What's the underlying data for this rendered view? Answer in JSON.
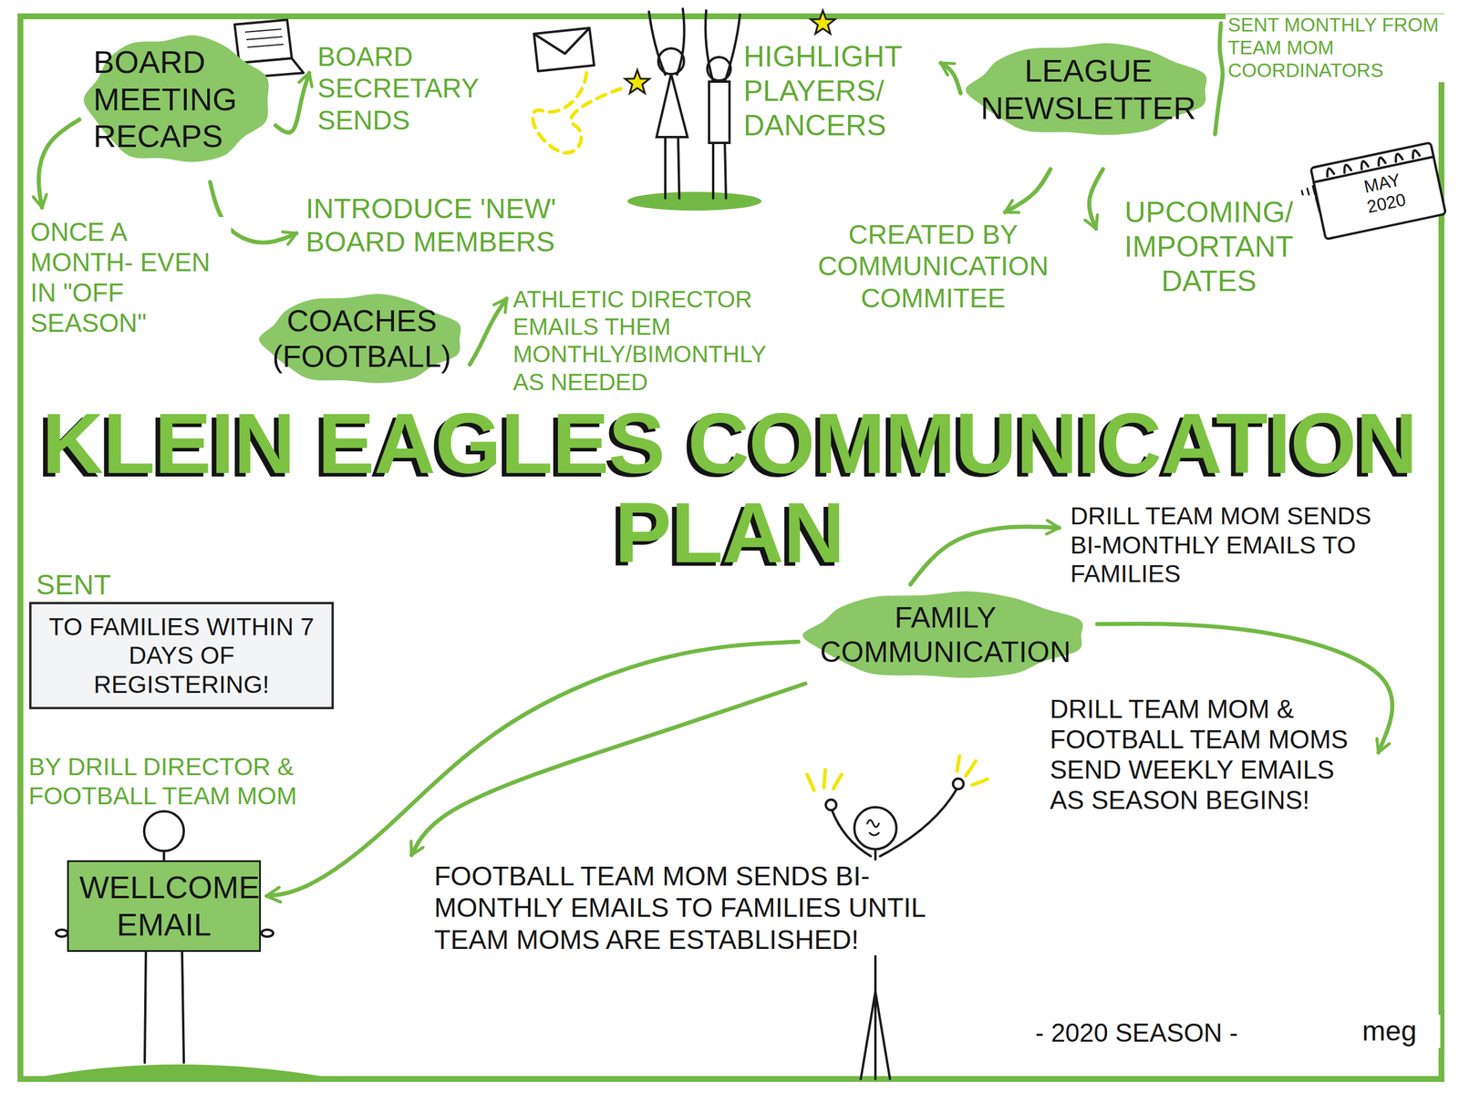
{
  "diagram": {
    "title": "KLEIN EAGLES COMMUNICATION PLAN",
    "nodes": [
      {
        "text": [
          "BOARD MEETING RECAPS"
        ]
      },
      {
        "text": [
          "LEAGUE NEWSLETTER"
        ]
      },
      {
        "text": [
          "COACHES (FOOTBALL)"
        ]
      },
      {
        "text": [
          "FAMILY COMMUNICATION"
        ]
      },
      {
        "text": [
          "SENT",
          "TO FAMILIES WITHIN 7 DAYS OF REGISTERING!"
        ]
      },
      {
        "text": [
          "WELLCOME EMAIL"
        ]
      }
    ],
    "edges": [
      {
        "from": 3,
        "to": 5,
        "arrow": "to"
      }
    ],
    "labels": [
      "SENT MONTHLY FROM TEAM MOM COORDINATORS",
      "BOARD SECRETARY SENDS",
      "HIGHLIGHT PLAYERS/ DANCERS",
      "MAY 2020",
      "INTRODUCE 'NEW' BOARD MEMBERS",
      "UPCOMING/ IMPORTANT DATES",
      "ONCE A MONTH- EVEN IN \"OFF SEASON\"",
      "CREATED BY COMMUNICATION COMMITEE",
      "ATHLETIC DIRECTOR EMAILS THEM MONTHLY/BIMONTHLY AS NEEDED",
      "DRILL TEAM MOM SENDS BI-MONTHLY EMAILS TO FAMILIES",
      "BY DRILL DIRECTOR & FOOTBALL TEAM MOM",
      "DRILL TEAM MOM & FOOTBALL TEAM MOMS SEND WEEKLY EMAILS AS SEASON BEGINS!",
      "FOOTBALL TEAM MOM SENDS BI-MONTHLY EMAILS TO FAMILIES UNTIL TEAM MOMS ARE ESTABLISHED!",
      "- 2020 SEASON -",
      "meg"
    ]
  }
}
